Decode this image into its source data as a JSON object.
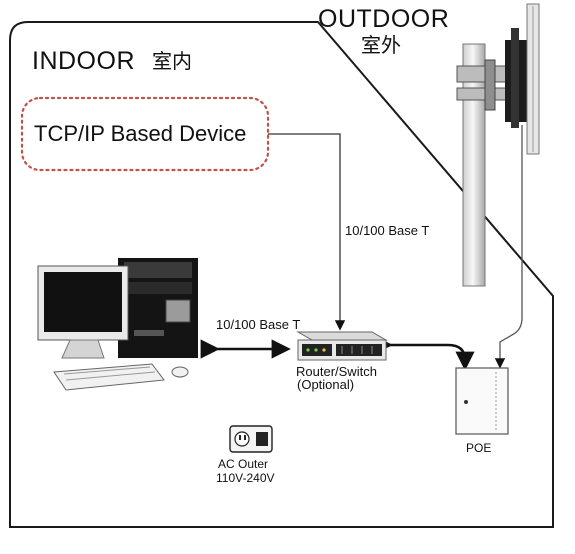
{
  "zones": {
    "indoor": {
      "label": "INDOOR",
      "label_cn": "室内"
    },
    "outdoor": {
      "label": "OUTDOOR",
      "label_cn": "室外"
    }
  },
  "nodes": {
    "tcpip_device": "TCP/IP Based Device",
    "router_switch": {
      "line1": "Router/Switch",
      "line2": "(Optional)"
    },
    "ac_outlet": {
      "line1": "AC Outer",
      "line2": "110V-240V"
    },
    "poe": "POE"
  },
  "links": {
    "device_to_switch": "10/100 Base T",
    "pc_to_switch": "10/100 Base T"
  },
  "colors": {
    "boundary": "#1a1a1a",
    "dotted_box": "#c0524a",
    "wire": "#333333"
  }
}
